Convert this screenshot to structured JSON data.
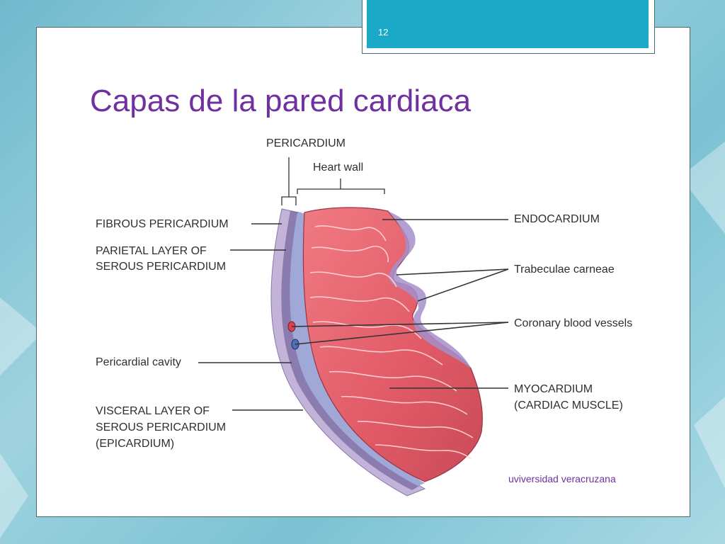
{
  "slide": {
    "number": "12",
    "title": "Capas de la pared cardiaca",
    "footer": "uviversidad veracruzana"
  },
  "diagram": {
    "labels": {
      "pericardium": "PERICARDIUM",
      "heart_wall": "Heart wall",
      "fibrous_pericardium": "FIBROUS PERICARDIUM",
      "parietal_layer_1": "PARIETAL LAYER OF",
      "parietal_layer_2": "SEROUS PERICARDIUM",
      "pericardial_cavity": "Pericardial cavity",
      "visceral_layer_1": "VISCERAL LAYER OF",
      "visceral_layer_2": "SEROUS PERICARDIUM",
      "visceral_layer_3": "(EPICARDIUM)",
      "endocardium": "ENDOCARDIUM",
      "trabeculae": "Trabeculae carneae",
      "coronary": "Coronary blood vessels",
      "myocardium_1": "MYOCARDIUM",
      "myocardium_2": "(CARDIAC MUSCLE)"
    }
  },
  "colors": {
    "title": "#7030a0",
    "accent": "#1aa9c8",
    "muscle": "#e8646e",
    "pericardium": "#b9a6cf"
  }
}
